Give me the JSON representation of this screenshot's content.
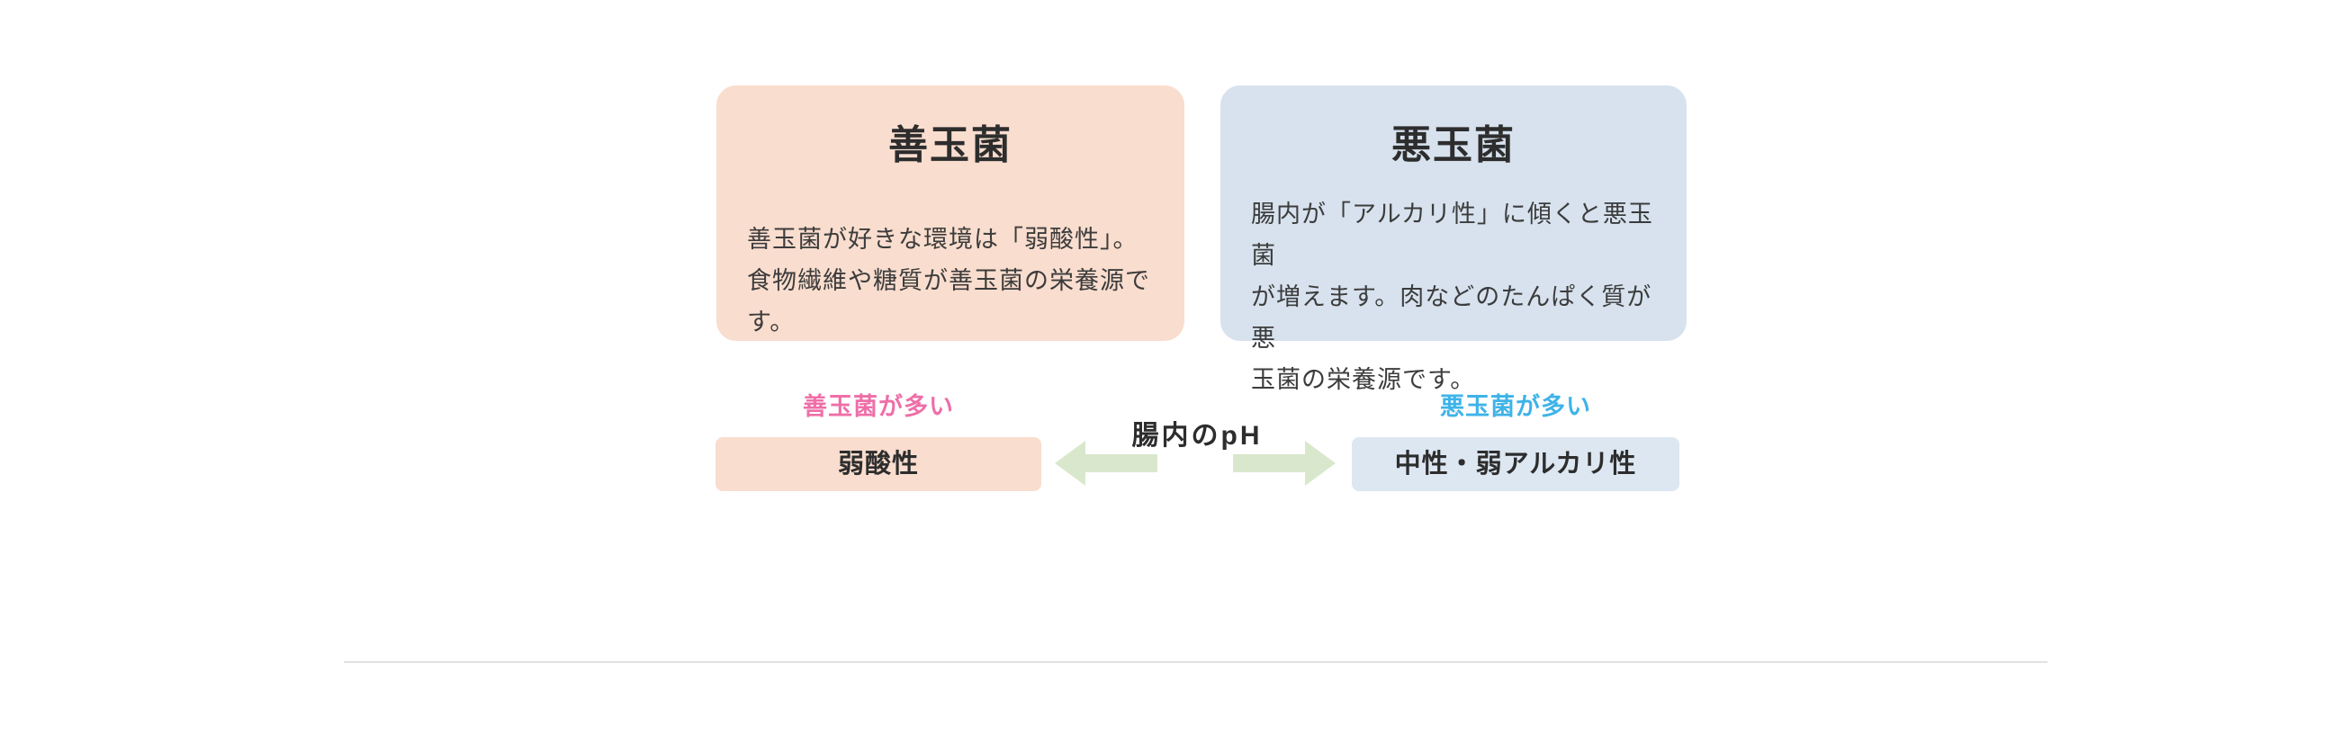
{
  "cards": {
    "good": {
      "title": "善玉菌",
      "body_lines": [
        "善玉菌が好きな環境は「弱酸性」。",
        "食物繊維や糖質が善玉菌の栄養源です。"
      ],
      "bg_color": "#f9ddce"
    },
    "bad": {
      "title": "悪玉菌",
      "body_lines": [
        "腸内が「アルカリ性」に傾くと悪玉菌",
        "が増えます。肉などのたんぱく質が悪",
        "玉菌の栄養源です。"
      ],
      "bg_color": "#d7e2ee"
    }
  },
  "ph_diagram": {
    "heading": "腸内のpH",
    "good_label": {
      "text": "善玉菌が多い",
      "color": "#ee6fa8"
    },
    "bad_label": {
      "text": "悪玉菌が多い",
      "color": "#3eb3e8"
    },
    "good_box": {
      "text": "弱酸性",
      "bg_color": "#f9ddce"
    },
    "bad_box": {
      "text": "中性・弱アルカリ性",
      "bg_color": "#dde7f2"
    },
    "arrow_color": "#d9e8cc"
  },
  "divider_color": "#e2e2e2"
}
